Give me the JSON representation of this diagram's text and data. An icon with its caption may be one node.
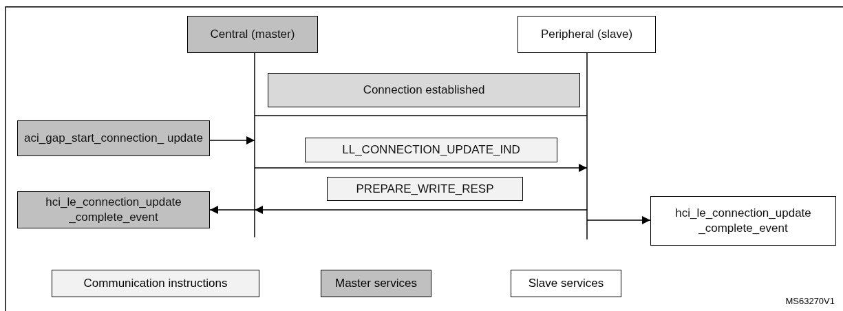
{
  "diagram": {
    "nodes": [
      {
        "text": [
          "Central  (master)"
        ]
      },
      {
        "text": [
          "Peripheral (slave)"
        ]
      },
      {
        "text": [
          "Connection established"
        ]
      },
      {
        "text": [
          "aci_gap_start_connection_ update"
        ]
      },
      {
        "text": [
          "LL_CONNECTION_UPDATE_IND"
        ]
      },
      {
        "text": [
          "PREPARE_WRITE_RESP"
        ]
      },
      {
        "text": [
          "hci_le_connection_update _complete_event"
        ]
      },
      {
        "text": [
          "hci_le_connection_update _complete_event"
        ]
      }
    ],
    "edges": [
      {
        "from": 0,
        "to": 1,
        "arrow": "none"
      },
      {
        "from": 3,
        "to": 0,
        "arrow": "to"
      },
      {
        "from": 0,
        "to": 1,
        "arrow": "to"
      },
      {
        "from": 1,
        "to": 0,
        "arrow": "to"
      },
      {
        "from": 0,
        "to": 6,
        "arrow": "to"
      },
      {
        "from": 1,
        "to": 7,
        "arrow": "to"
      }
    ],
    "labels": [
      "MS63270V1"
    ],
    "legend": [
      {
        "text": "Communication instructions",
        "color": "#f2f2f2"
      },
      {
        "text": "Master services",
        "color": "#c0c0c0"
      },
      {
        "text": "Slave services",
        "color": "#ffffff"
      }
    ]
  }
}
